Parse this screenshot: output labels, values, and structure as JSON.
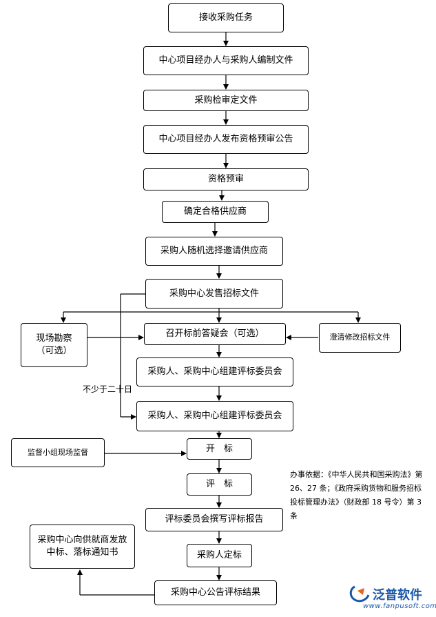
{
  "steps": {
    "receive_task": "接收采购任务",
    "prepare_docs": "中心项目经办人与采购人编制文件",
    "review_docs": "采购检审定文件",
    "publish_prequal": "中心项目经办人发布资格预审公告",
    "prequal": "资格预审",
    "qualified_suppliers": "确定合格供应商",
    "random_invite": "采购人随机选择邀请供应商",
    "sell_docs": "采购中心发售招标文件",
    "prebid_meeting": "召开标前答疑会（可选）",
    "form_committee_1": "采购人、采购中心组建评标委员会",
    "form_committee_2": "采购人、采购中心组建评标委员会",
    "open_bid": "开　标",
    "evaluate": "评　标",
    "write_report": "评标委员会撰写评标报告",
    "decide": "采购人定标",
    "announce": "采购中心公告评标结果",
    "site_survey": "现场勘察（可选）",
    "clarify_docs": "澄清修改招标文件",
    "supervision": "监督小组现场监督",
    "notify": "采购中心向供就商发放中标、落标通知书"
  },
  "labels": {
    "min_days": "不少于二十日"
  },
  "basis_note": "办事依据：《中华人民共和国采购法》第 26、27 条；《政府采购货物和服务招标投标管理办法》（财政部 18 号令）第 3 条",
  "logo": {
    "name": "泛普软件",
    "url": "www.fanpusoft.com"
  }
}
